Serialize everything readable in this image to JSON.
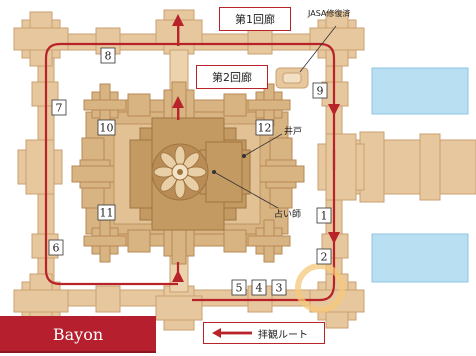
{
  "labels": {
    "gallery1": "第1回廊",
    "gallery2": "第2回廊",
    "jasa": "JASA修復済",
    "well": "井戸",
    "fortune": "占い師",
    "route": "拝観ルート",
    "title": "Bayon"
  },
  "markers": [
    "1",
    "2",
    "3",
    "4",
    "5",
    "6",
    "7",
    "8",
    "9",
    "10",
    "11",
    "12"
  ],
  "colors": {
    "outer_stone": "#e7c79d",
    "outer_edge": "#c9a071",
    "inner_stone": "#d9b483",
    "center_stone": "#c49a63",
    "route": "#b8232a",
    "pond": "#b9e0f2",
    "banner": "#b51f2e"
  },
  "icons": {
    "route-arrow": "arrow-left-icon",
    "pond": "pond-icon",
    "central-tower": "sunburst-icon"
  }
}
